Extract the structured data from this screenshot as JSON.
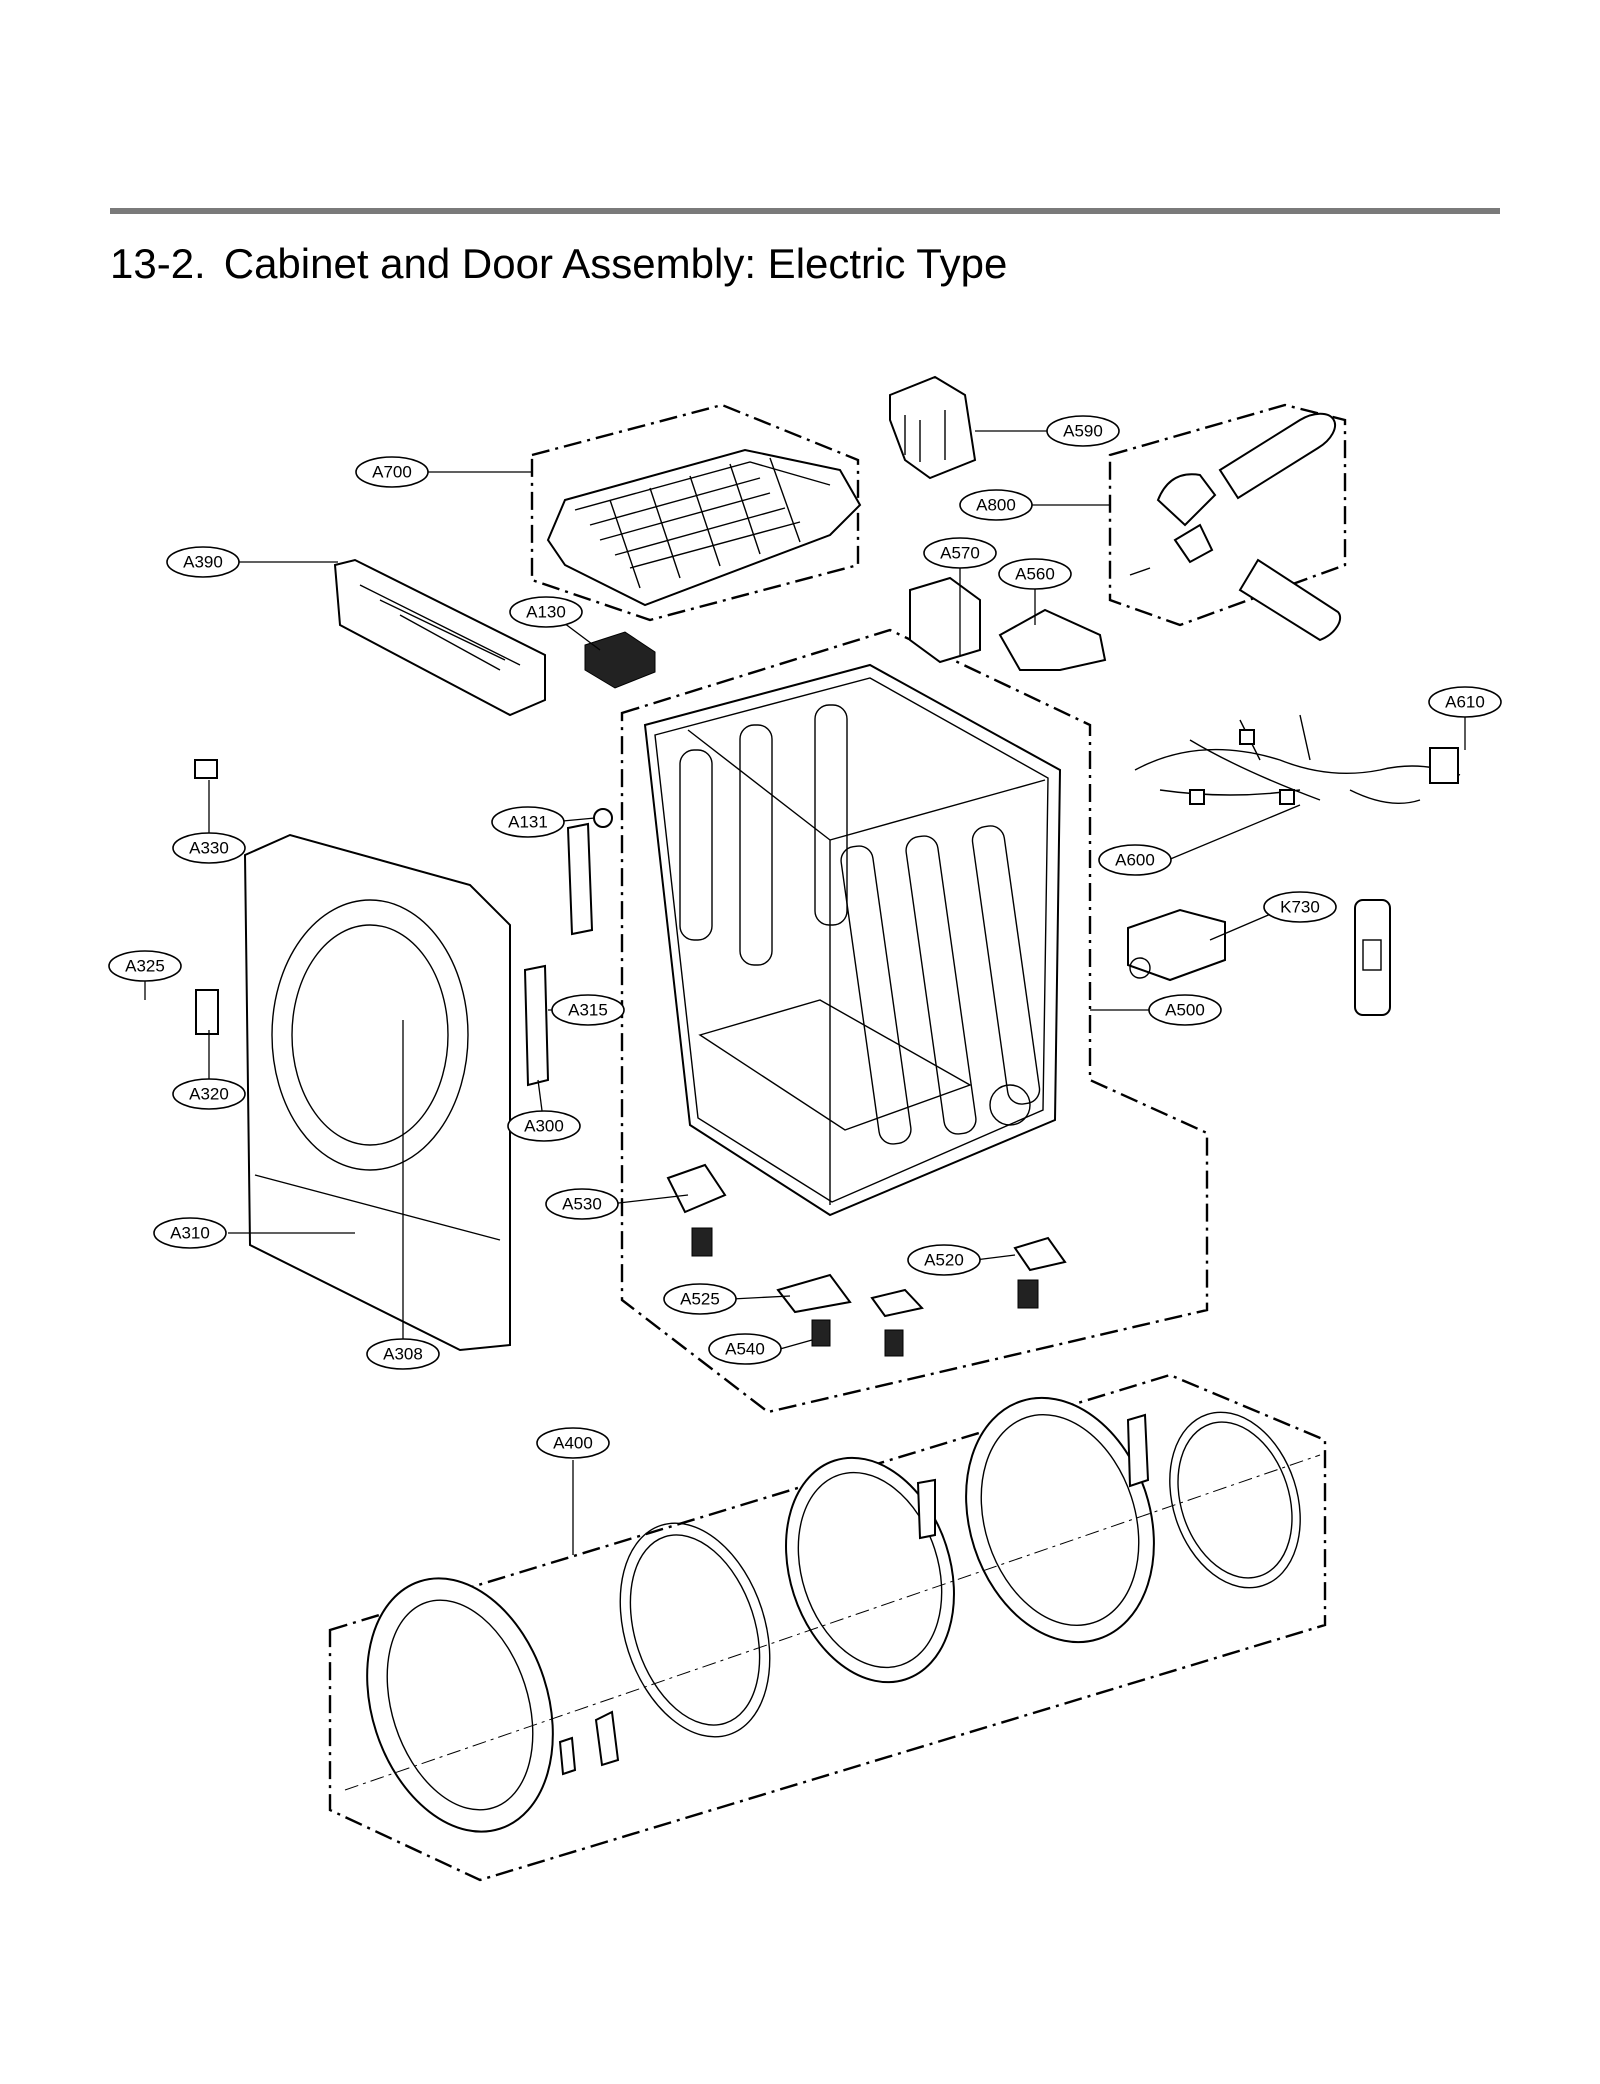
{
  "header": {
    "section_number": "13-2.",
    "title": "Cabinet and Door Assembly: Electric Type"
  },
  "callouts": [
    "A700",
    "A590",
    "A800",
    "A390",
    "A570",
    "A560",
    "A130",
    "A610",
    "A330",
    "A131",
    "A600",
    "K730",
    "A325",
    "A315",
    "A500",
    "A320",
    "A300",
    "A530",
    "A310",
    "A520",
    "A525",
    "A540",
    "A308",
    "A400"
  ]
}
